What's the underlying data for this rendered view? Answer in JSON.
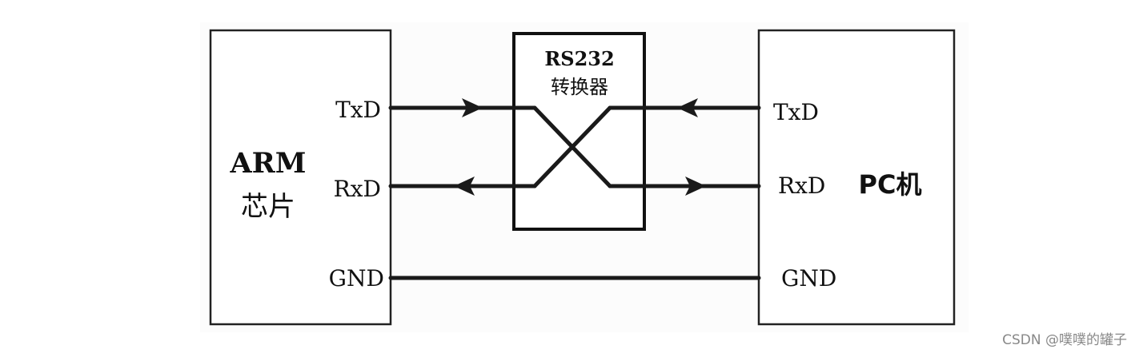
{
  "arm": {
    "title": "ARM",
    "subtitle": "芯片"
  },
  "pc": {
    "title": "PC机"
  },
  "converter": {
    "title": "RS232",
    "subtitle": "转换器"
  },
  "pins": {
    "arm_txd": "TxD",
    "arm_rxd": "RxD",
    "arm_gnd": "GND",
    "pc_txd": "TxD",
    "pc_rxd": "RxD",
    "pc_gnd": "GND"
  },
  "watermark": "CSDN @噗噗的罐子",
  "colors": {
    "line": "#1a1a1a",
    "box": "#222222",
    "background": "#ffffff",
    "watermark": "#888888"
  }
}
